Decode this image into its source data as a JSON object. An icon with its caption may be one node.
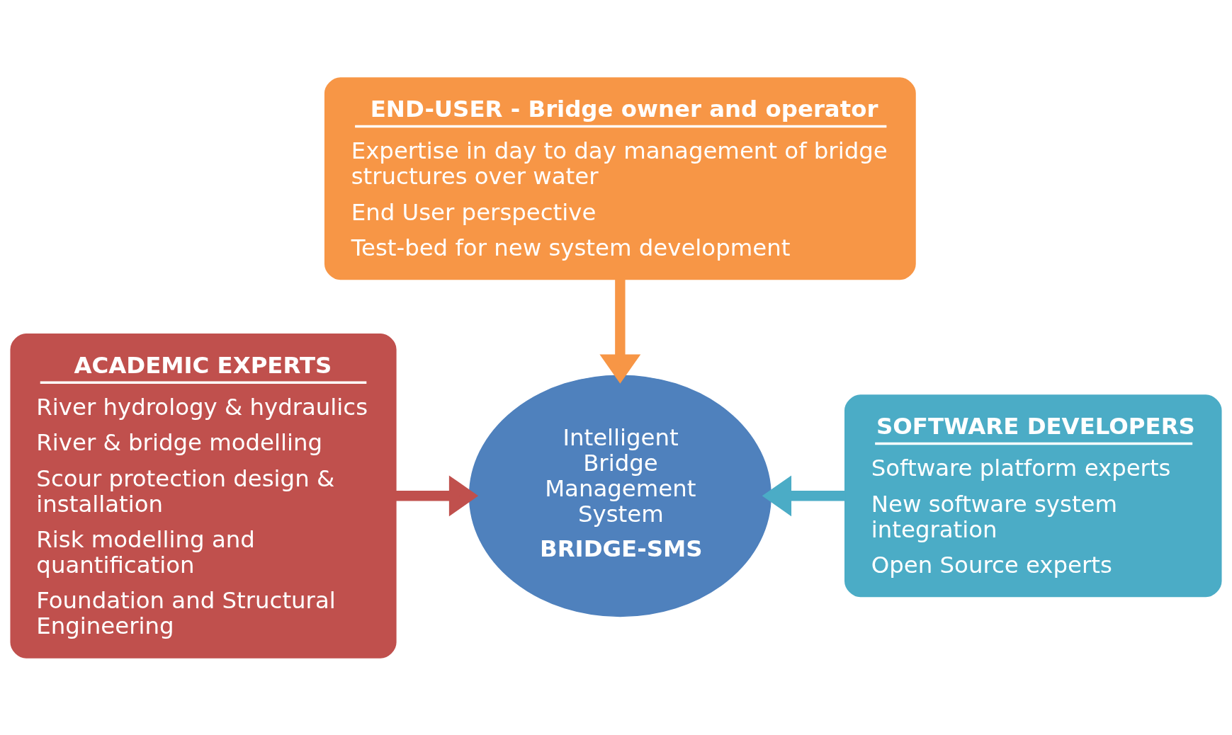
{
  "diagram": {
    "nodes": [
      {
        "text": [
          "END-USER - Bridge owner and operator",
          "Expertise in day to day management of bridge structures over water",
          "End User perspective",
          "Test-bed for new system development"
        ]
      },
      {
        "text": [
          "Intelligent Bridge Management System",
          "BRIDGE-SMS"
        ]
      },
      {
        "text": [
          "ACADEMIC EXPERTS",
          "River hydrology & hydraulics",
          "River & bridge modelling",
          "Scour protection design & installation",
          "Risk modelling and quantification",
          "Foundation and Structural Engineering"
        ]
      },
      {
        "text": [
          "SOFTWARE DEVELOPERS",
          "Software platform experts",
          "New software system integration",
          "Open Source experts"
        ]
      }
    ],
    "edges": [
      {
        "from": 0,
        "to": 1,
        "arrow": "to",
        "color": "#f79646"
      },
      {
        "from": 2,
        "to": 1,
        "arrow": "to",
        "color": "#c0504d"
      },
      {
        "from": 3,
        "to": 1,
        "arrow": "to",
        "color": "#4bacc6"
      }
    ]
  }
}
